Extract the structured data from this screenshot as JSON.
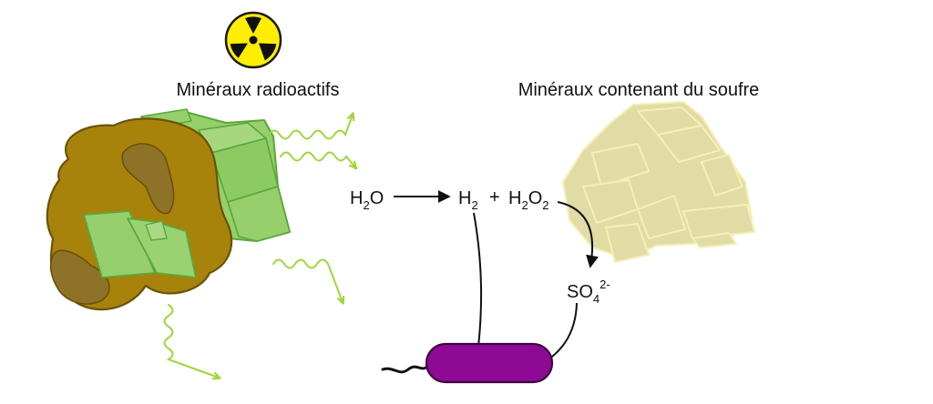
{
  "labels": {
    "radioactive_minerals": "Minéraux radioactifs",
    "sulfur_minerals": "Minéraux contenant du soufre",
    "plus": "+",
    "water_main": "H",
    "water_sub": "2",
    "water_tail": "O",
    "hydrogen_main": "H",
    "hydrogen_sub": "2",
    "peroxide_main": "H",
    "peroxide_sub1": "2",
    "peroxide_mid": "O",
    "peroxide_sub2": "2",
    "sulfate_main": "SO",
    "sulfate_sub": "4",
    "sulfate_sup": "2-"
  },
  "icons": {
    "radiation": "radiation-hazard-icon",
    "bacterium": "bacterium"
  },
  "colors": {
    "rock": "#a8830c",
    "rock_dark": "#8e7227",
    "rock_outline": "#6b5208",
    "radioactive_crystal": "#96cf6b",
    "radioactive_crystal_outline": "#58a83a",
    "radiation_wave": "#9ed63a",
    "sulfur_crystal": "#e1dca6",
    "sulfur_outline": "#f4f0b5",
    "bacterium": "#8e0a94",
    "bacterium_outline": "#3d0540",
    "hazard_yellow": "#ffee00",
    "arrow": "#111111"
  }
}
